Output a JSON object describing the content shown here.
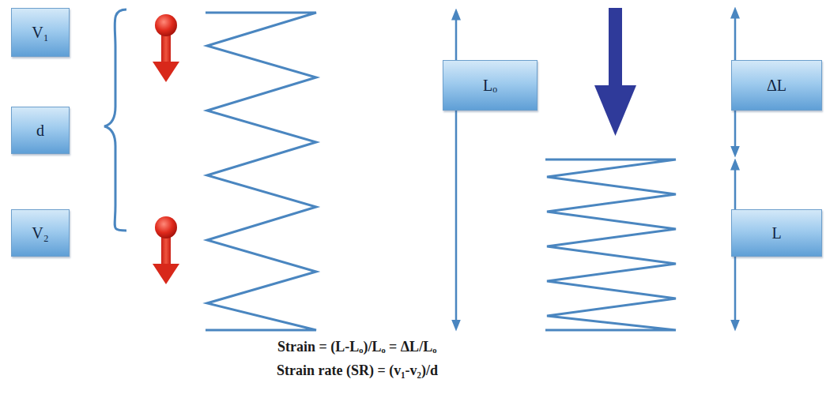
{
  "diagram": {
    "nodes": [
      {
        "text": [
          "V₁"
        ]
      },
      {
        "text": [
          "d"
        ]
      },
      {
        "text": [
          "V₂"
        ]
      },
      {
        "text": [
          "Lₒ"
        ]
      },
      {
        "text": [
          "ΔL"
        ]
      },
      {
        "text": [
          "L"
        ]
      }
    ],
    "labels": [
      "Strain = (L-Lₒ)/Lₒ = ΔL/Lₒ",
      "Strain rate (SR) = (v₁-v₂)/d"
    ]
  }
}
